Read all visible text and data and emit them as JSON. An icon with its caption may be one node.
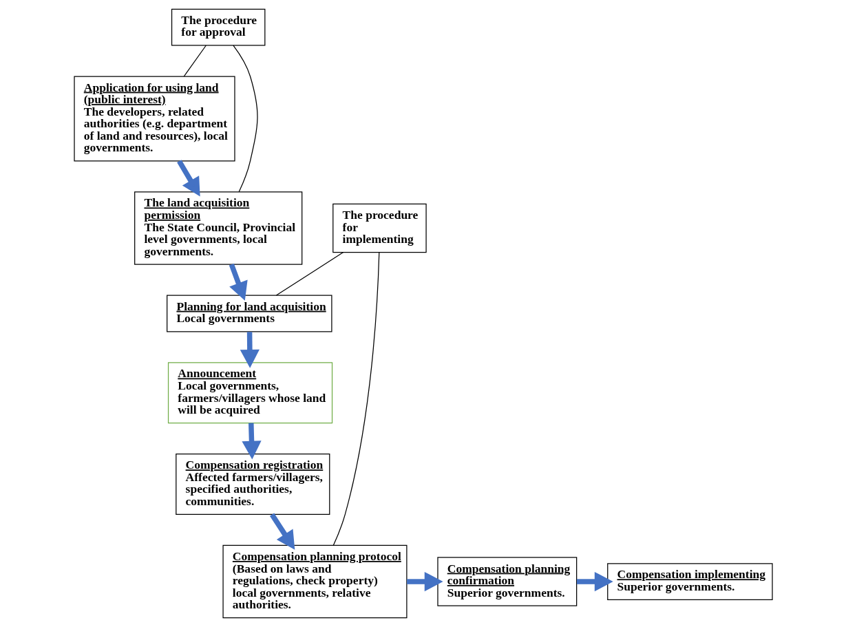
{
  "diagram": {
    "nodes": [
      {
        "text": [
          "The procedure for approval"
        ]
      },
      {
        "text": [
          "Application for using land (public interest)",
          "The developers, related authorities (e.g. department of land and resources), local governments."
        ]
      },
      {
        "text": [
          "The land acquisition permission",
          "The State Council, Provincial level governments, local governments."
        ]
      },
      {
        "text": [
          "Planning for land acquisition",
          "Local governments"
        ]
      },
      {
        "text": [
          "Announcement",
          "Local governments, farmers/villagers whose land will be acquired"
        ]
      },
      {
        "text": [
          "Compensation registration",
          "Affected farmers/villagers, specified authorities, communities."
        ]
      },
      {
        "text": [
          "Compensation planning protocol",
          "(Based on laws and regulations, check property) local governments, relative authorities."
        ]
      },
      {
        "text": [
          "Compensation planning confirmation",
          "Superior governments."
        ]
      },
      {
        "text": [
          "Compensation implementing",
          "Superior governments."
        ]
      },
      {
        "text": [
          "The procedure for implementing"
        ]
      }
    ],
    "edges": [
      {
        "from": 0,
        "to": 1,
        "arrow": "none",
        "color": "#000000"
      },
      {
        "from": 0,
        "to": 2,
        "arrow": "none",
        "color": "#000000"
      },
      {
        "from": 1,
        "to": 2,
        "arrow": "to"
      },
      {
        "from": 2,
        "to": 3,
        "arrow": "to"
      },
      {
        "from": 3,
        "to": 4,
        "arrow": "to"
      },
      {
        "from": 4,
        "to": 5,
        "arrow": "to"
      },
      {
        "from": 5,
        "to": 6,
        "arrow": "to"
      },
      {
        "from": 6,
        "to": 7,
        "arrow": "to"
      },
      {
        "from": 7,
        "to": 8,
        "arrow": "to"
      },
      {
        "from": 9,
        "to": 3,
        "arrow": "none",
        "color": "#000000"
      },
      {
        "from": 9,
        "to": 6,
        "arrow": "none",
        "color": "#000000"
      }
    ]
  }
}
